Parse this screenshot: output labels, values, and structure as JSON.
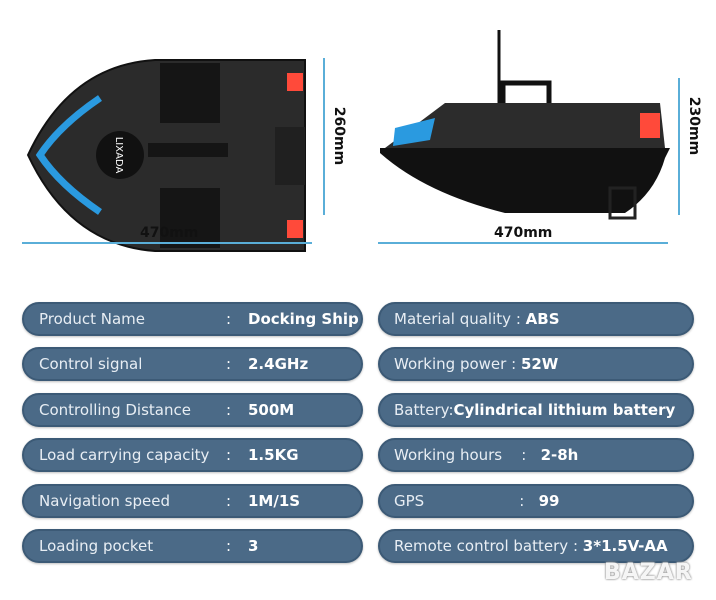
{
  "dimensions": {
    "top_width": "470mm",
    "top_height": "260mm",
    "side_width": "470mm",
    "side_height": "230mm"
  },
  "logo": "LIXADA",
  "specs_left": [
    {
      "label": "Product Name",
      "value": "Docking Ship"
    },
    {
      "label": "Control signal",
      "value": "2.4GHz"
    },
    {
      "label": "Controlling Distance",
      "value": "500M"
    },
    {
      "label": "Load carrying capacity",
      "value": "1.5KG"
    },
    {
      "label": "Navigation speed",
      "value": "1M/1S"
    },
    {
      "label": "Loading pocket",
      "value": "3"
    }
  ],
  "specs_right": [
    {
      "label": "Material quality",
      "value": "ABS"
    },
    {
      "label": "Working power",
      "value": "52W"
    },
    {
      "label": "Battery",
      "value": "Cylindrical lithium battery"
    },
    {
      "label": "Working hours",
      "value": "2-8h"
    },
    {
      "label": "GPS",
      "value": "99"
    },
    {
      "label": "Remote control battery",
      "value": "3*1.5V-AA"
    }
  ],
  "separator": ":",
  "watermark": "BAZAR",
  "colors": {
    "pill": "#4b6a87",
    "dim_line": "#5aaed8",
    "accent_blue": "#2a9ae0",
    "accent_red": "#ff4a3a"
  }
}
